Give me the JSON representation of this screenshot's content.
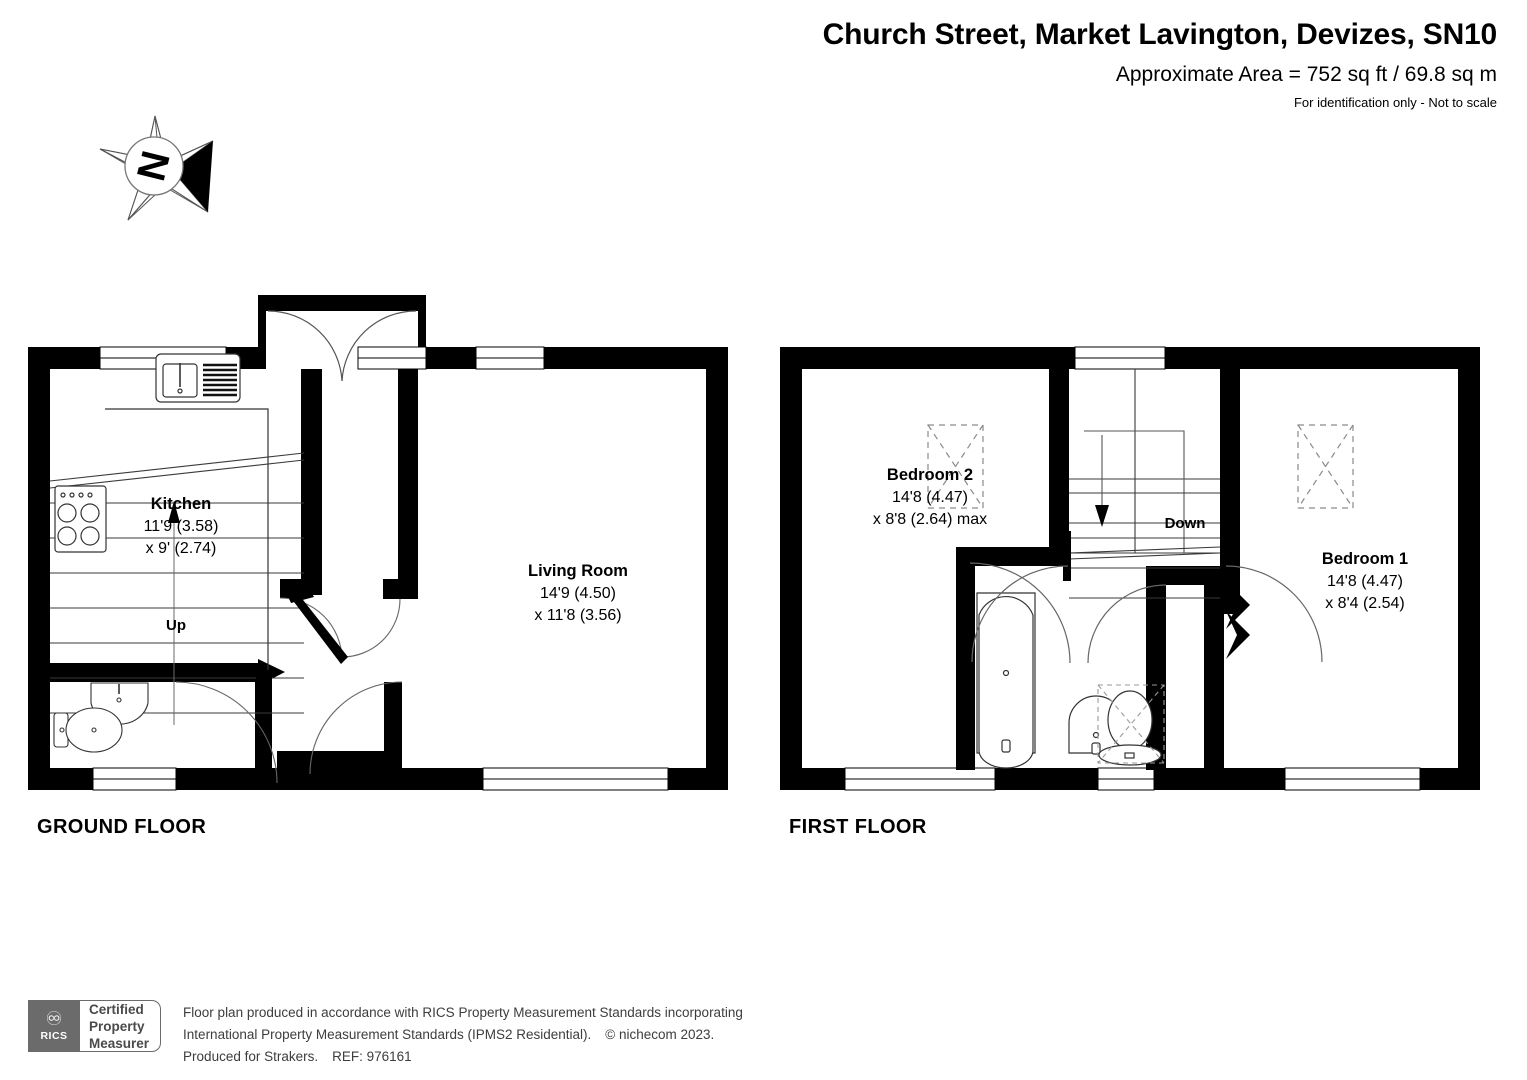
{
  "header": {
    "title": "Church Street, Market Lavington, Devizes, SN10",
    "area": "Approximate Area = 752 sq ft / 69.8 sq m",
    "identification": "For identification only - Not to scale"
  },
  "compass": {
    "north_letter": "N"
  },
  "floors": [
    {
      "id": "ground",
      "label": "GROUND FLOOR",
      "rooms": [
        {
          "name": "Kitchen",
          "dim1": "11'9 (3.58)",
          "dim2": "x 9' (2.74)"
        },
        {
          "name": "Living Room",
          "dim1": "14'9 (4.50)",
          "dim2": "x 11'8 (3.56)"
        }
      ],
      "stair_label": "Up"
    },
    {
      "id": "first",
      "label": "FIRST FLOOR",
      "rooms": [
        {
          "name": "Bedroom 2",
          "dim1": "14'8 (4.47)",
          "dim2": "x 8'8 (2.64) max"
        },
        {
          "name": "Bedroom 1",
          "dim1": "14'8 (4.47)",
          "dim2": "x 8'4 (2.54)"
        }
      ],
      "stair_label": "Down"
    }
  ],
  "footer": {
    "badge": {
      "logo_text": "RICS",
      "line1": "Certified",
      "line2": "Property",
      "line3": "Measurer"
    },
    "legal_line1": "Floor plan produced in accordance with RICS Property Measurement Standards incorporating",
    "legal_line2a": "International Property Measurement Standards (IPMS2 Residential).",
    "legal_line2b": "© nichecom 2023.",
    "legal_line3a": "Produced for Strakers.",
    "legal_line3b": "REF:  976161"
  },
  "colors": {
    "wall": "#000000",
    "fixture_line": "#1a1a1a",
    "recess_dash": "#8a8a8a",
    "background": "#ffffff"
  }
}
